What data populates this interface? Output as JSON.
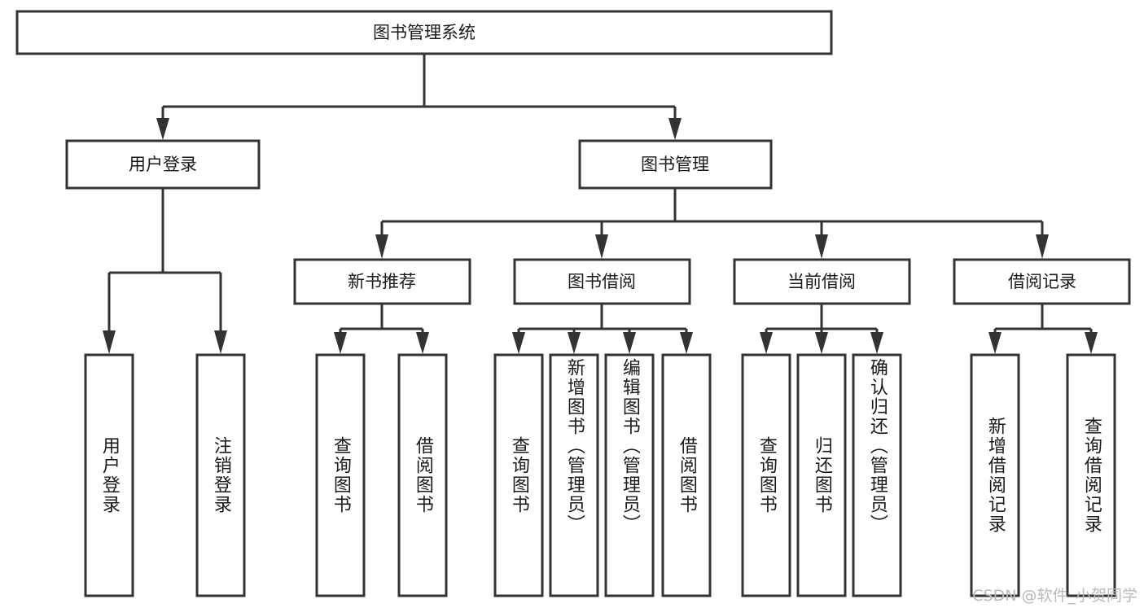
{
  "diagram": {
    "type": "tree",
    "title": "图书管理系统",
    "watermark": "CSDN @软件_小贺同学",
    "colors": {
      "box_stroke": "#333333",
      "box_fill": "#ffffff",
      "text": "#1a1a1a",
      "connector": "#333333",
      "watermark": "#b9b9b9",
      "background": "#ffffff"
    },
    "root": {
      "label": "图书管理系统",
      "level": 0
    },
    "level1": [
      {
        "label": "用户登录"
      },
      {
        "label": "图书管理"
      }
    ],
    "level2": [
      {
        "label": "新书推荐",
        "parent": "图书管理"
      },
      {
        "label": "图书借阅",
        "parent": "图书管理"
      },
      {
        "label": "当前借阅",
        "parent": "图书管理"
      },
      {
        "label": "借阅记录",
        "parent": "图书管理"
      }
    ],
    "leaves": {
      "用户登录": [
        {
          "label": "用户登录"
        },
        {
          "label": "注销登录"
        }
      ],
      "新书推荐": [
        {
          "label": "查询图书"
        },
        {
          "label": "借阅图书"
        }
      ],
      "图书借阅": [
        {
          "label": "查询图书"
        },
        {
          "label": "新增图书（管理员）"
        },
        {
          "label": "编辑图书（管理员）"
        },
        {
          "label": "借阅图书"
        }
      ],
      "当前借阅": [
        {
          "label": "查询图书"
        },
        {
          "label": "归还图书"
        },
        {
          "label": "确认归还（管理员）"
        }
      ],
      "借阅记录": [
        {
          "label": "新增借阅记录"
        },
        {
          "label": "查询借阅记录"
        }
      ]
    }
  }
}
